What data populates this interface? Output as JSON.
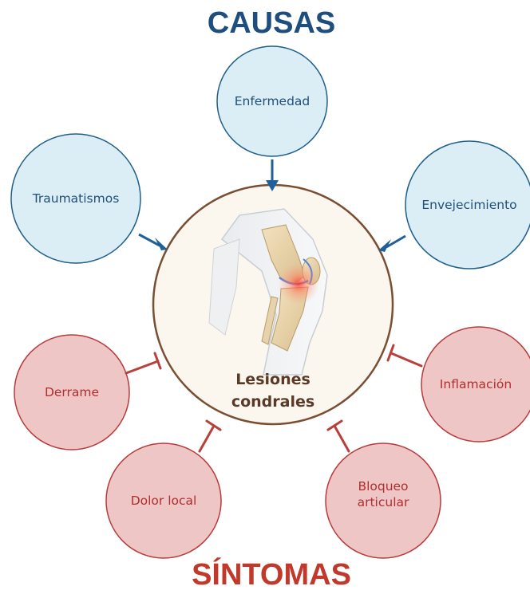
{
  "diagram": {
    "causes": {
      "heading": "CAUSAS",
      "items": [
        "Enfermedad",
        "Traumatismos",
        "Envejecimiento"
      ]
    },
    "symptoms": {
      "heading": "SÍNTOMAS",
      "items": [
        "Derrame",
        "Inflamación",
        "Dolor local",
        "Bloqueo articular"
      ]
    },
    "center": {
      "label_line1": "Lesiones",
      "label_line2": "condrales",
      "illustration": "knee-joint-icon"
    }
  },
  "colors": {
    "cause_fill": "#dbeef5",
    "cause_stroke": "#1f5f8b",
    "cause_text": "#1f4f7a",
    "heading_blue": "#1d4e7e",
    "arrow_blue": "#1f5f9a",
    "symptom_fill": "#efc6c6",
    "symptom_stroke": "#b83a3a",
    "symptom_text": "#b02e2e",
    "heading_red": "#c0392b",
    "inhibit_red": "#b8403a",
    "center_fill": "#fbf7ef",
    "center_stroke": "#7a4e33",
    "center_text": "#5a3a26"
  }
}
